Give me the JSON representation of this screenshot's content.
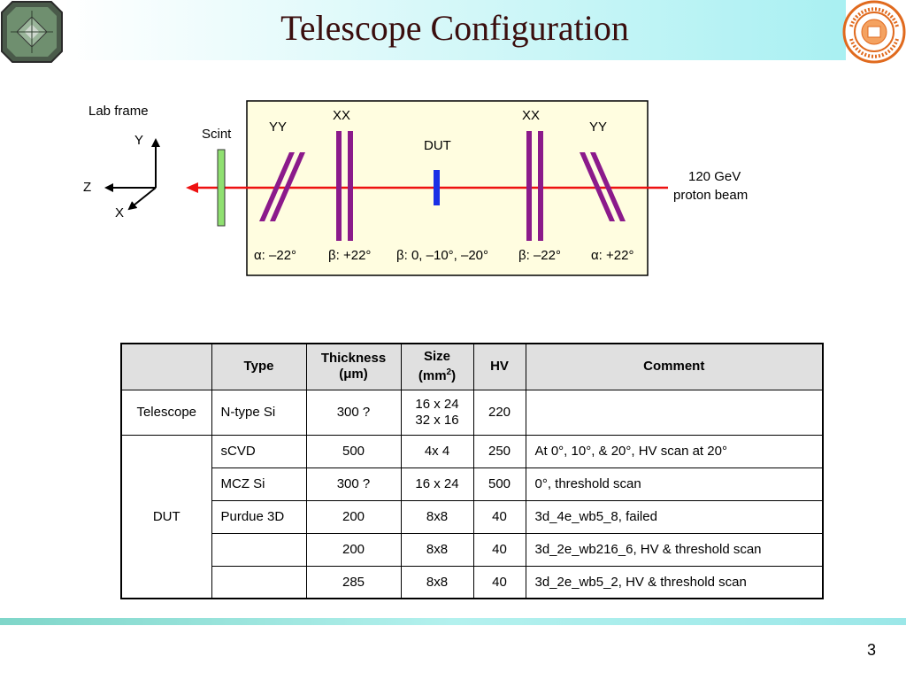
{
  "slide": {
    "title": "Telescope Configuration",
    "page_number": "3",
    "logo_text": "SYRACUSE UNIVERSITY FOUNDED AD 1870"
  },
  "diagram": {
    "lab_frame_label": "Lab frame",
    "axes": {
      "y": "Y",
      "z": "Z",
      "x": "X"
    },
    "scint_label": "Scint",
    "plane_labels": {
      "yy_left": "YY",
      "xx_left": "XX",
      "dut": "DUT",
      "xx_right": "XX",
      "yy_right": "YY"
    },
    "angle_labels": [
      "α: –22°",
      "β: +22°",
      "β: 0, –10°, –20°",
      "β: –22°",
      "α: +22°"
    ],
    "beam_label_line1": "120 GeV",
    "beam_label_line2": "proton beam",
    "colors": {
      "planes": "#8b1a8b",
      "dut": "#1a30e6",
      "beam": "#ee1111",
      "scint": "#8fe070"
    }
  },
  "table": {
    "headers": {
      "blank": "",
      "type": "Type",
      "thickness_l1": "Thickness",
      "thickness_l2": "(μm)",
      "size_l1": "Size",
      "size_l2": "(mm",
      "size_sup": "2",
      "size_close": ")",
      "hv": "HV",
      "comment": "Comment"
    },
    "telescope": {
      "group": "Telescope",
      "type": "N-type Si",
      "thickness": "300 ?",
      "size_l1": "16 x 24",
      "size_l2": "32 x 16",
      "hv": "220",
      "comment": ""
    },
    "dut_group": "DUT",
    "dut_rows": [
      {
        "type": "sCVD",
        "thickness": "500",
        "size": "4x 4",
        "hv": "250",
        "comment": "At 0°, 10°, & 20°, HV scan at 20°"
      },
      {
        "type": "MCZ Si",
        "thickness": "300 ?",
        "size": "16 x 24",
        "hv": "500",
        "comment": "0°,  threshold scan"
      },
      {
        "type": "Purdue 3D",
        "thickness": "200",
        "size": "8x8",
        "hv": "40",
        "comment": "3d_4e_wb5_8, failed"
      },
      {
        "type": "",
        "thickness": "200",
        "size": "8x8",
        "hv": "40",
        "comment": "3d_2e_wb216_6, HV & threshold scan"
      },
      {
        "type": "",
        "thickness": "285",
        "size": "8x8",
        "hv": "40",
        "comment": "3d_2e_wb5_2, HV & threshold scan"
      }
    ]
  }
}
